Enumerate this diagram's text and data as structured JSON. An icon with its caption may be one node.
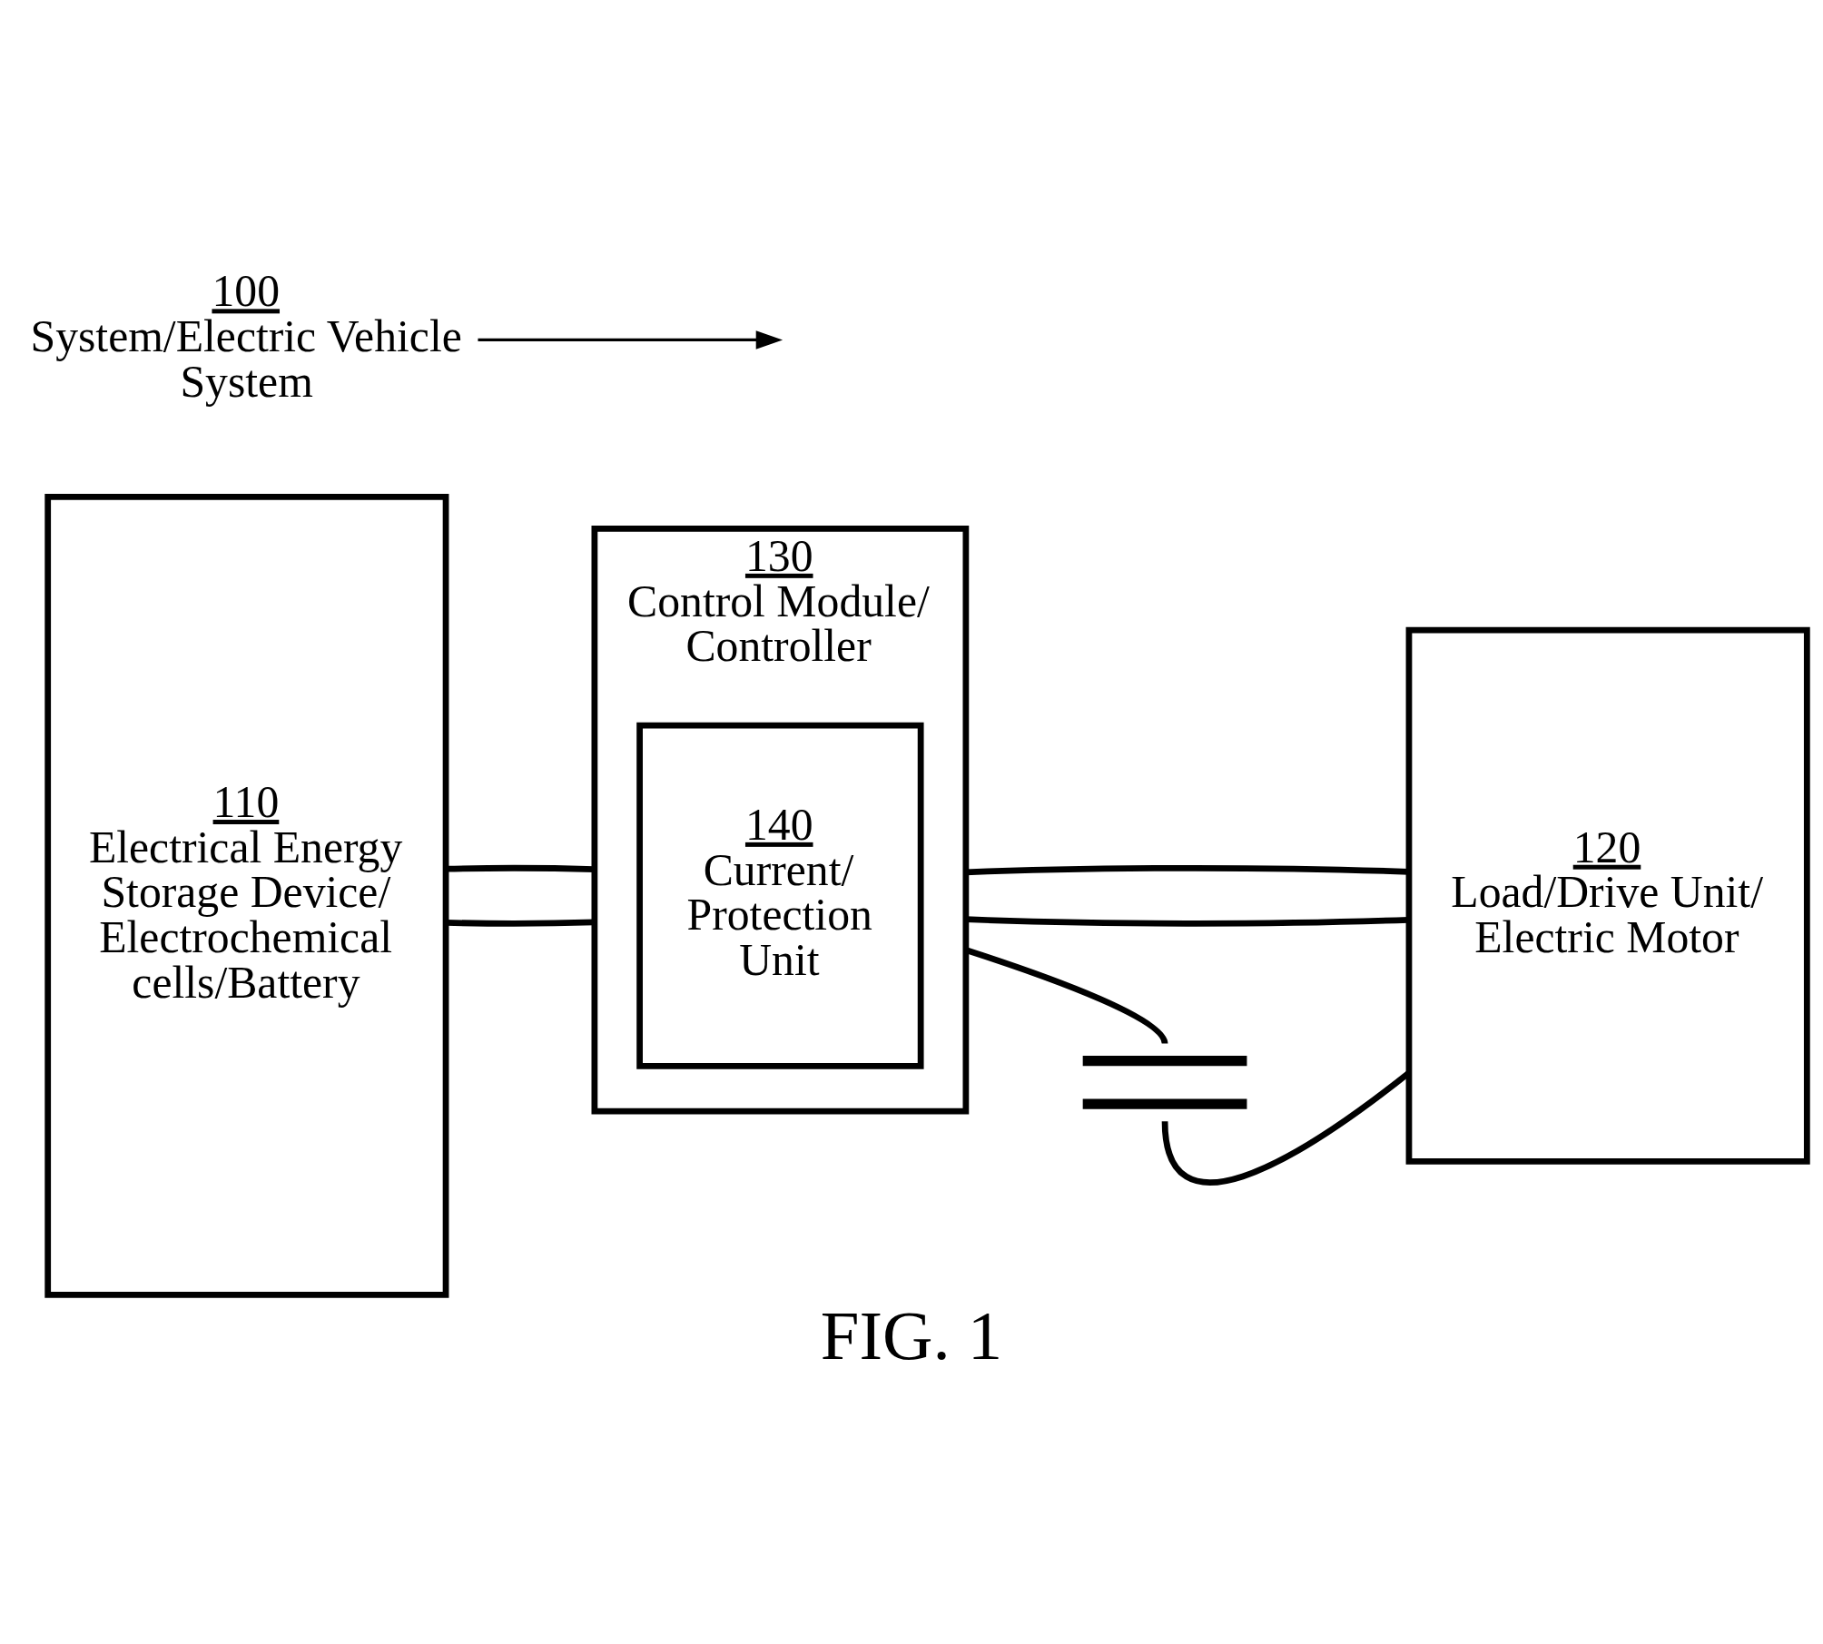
{
  "diagram": {
    "caption": "FIG. 1",
    "nodes": [
      {
        "text": [
          "100",
          "System/Electric Vehicle System"
        ]
      },
      {
        "text": [
          "110",
          "Electrical Energy Storage Device/ Electrochemical cells/Battery"
        ]
      },
      {
        "text": [
          "130",
          "Control Module/ Controller"
        ]
      },
      {
        "text": [
          "140",
          "Current/ Protection Unit"
        ],
        "in": 2
      },
      {
        "text": [
          "120",
          "Load/Drive Unit/ Electric Motor"
        ]
      },
      {
        "text": [],
        "shape": "capacitor"
      }
    ],
    "edges": [
      {
        "from": 0,
        "to": null,
        "arrow": "to"
      },
      {
        "from": 1,
        "to": 2,
        "arrow": "none"
      },
      {
        "from": 1,
        "to": 2,
        "arrow": "none"
      },
      {
        "from": 2,
        "to": 4,
        "arrow": "none"
      },
      {
        "from": 2,
        "to": 4,
        "arrow": "none"
      },
      {
        "from": 2,
        "to": 5,
        "arrow": "none"
      },
      {
        "from": 5,
        "to": 4,
        "arrow": "none"
      }
    ]
  }
}
